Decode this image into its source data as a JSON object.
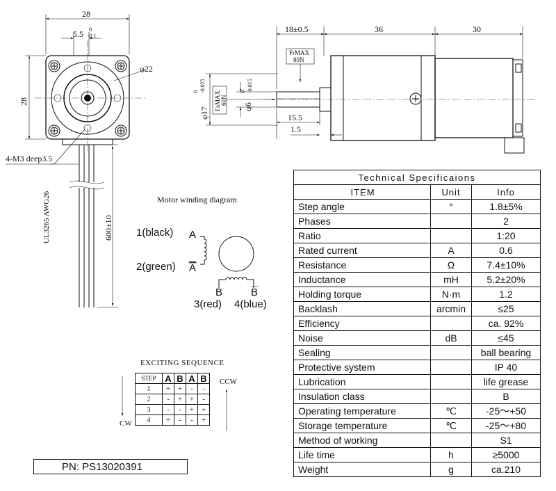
{
  "front_view": {
    "width_dim": "28",
    "flat_dim": "5.5",
    "flat_tol_top": "0",
    "flat_tol_bottom": "-0.1",
    "height_dim": "28",
    "pilot_dim": "φ22",
    "holes_label": "4-M3 deep3.5"
  },
  "lead_wires": {
    "cable_label": "UL3265  AWG26",
    "length_label": "600±10"
  },
  "side_view": {
    "dim_left": "18±0.5",
    "dim_mid": "36",
    "dim_right": "30",
    "frmax_label": "FrMAX",
    "frmax_value": "80N",
    "famax_label": "FaMAX",
    "famax_value": "60N",
    "shaft_dia": "φ17",
    "shaft_dia_tol_top": "0",
    "shaft_dia_tol_bottom": "-0.025",
    "shaft_small": "φ6",
    "shaft_small_tol_top": "0",
    "shaft_small_tol_bottom": "-0.015",
    "dim_15_5": "15.5",
    "dim_1_5": "1.5"
  },
  "winding": {
    "title": "Motor winding diagram",
    "a_wire": "1(black)",
    "a_label": "A",
    "abar_wire": "2(green)",
    "abar_label": "A",
    "b_label": "B",
    "bbar_label": "B",
    "b_wire": "3(red)",
    "bbar_wire": "4(blue)"
  },
  "sequence": {
    "title": "EXCITING SEQUENCE",
    "step_header": "STEP",
    "phases": [
      {
        "label": "A",
        "bar": false
      },
      {
        "label": "B",
        "bar": false
      },
      {
        "label": "A",
        "bar": true
      },
      {
        "label": "B",
        "bar": true
      }
    ],
    "rows": [
      {
        "step": "1",
        "cells": [
          "+",
          "+",
          "-",
          "-"
        ]
      },
      {
        "step": "2",
        "cells": [
          "-",
          "+",
          "+",
          "-"
        ]
      },
      {
        "step": "3",
        "cells": [
          "-",
          "-",
          "+",
          "+"
        ]
      },
      {
        "step": "4",
        "cells": [
          "+",
          "-",
          "-",
          "+"
        ]
      }
    ],
    "ccw_label": "CCW",
    "cw_label": "CW"
  },
  "part_number": "PN:  PS13020391",
  "spec_table": {
    "title": "Technical Specificaions",
    "headers": [
      "ITEM",
      "Unit",
      "Info"
    ],
    "rows": [
      {
        "item": "Step angle",
        "unit": "°",
        "info": "1.8±5%"
      },
      {
        "item": "Phases",
        "unit": "",
        "info": "2"
      },
      {
        "item": "Ratio",
        "unit": "",
        "info": "1:20"
      },
      {
        "item": "Rated current",
        "unit": "A",
        "info": "0.6"
      },
      {
        "item": "Resistance",
        "unit": "Ω",
        "info": "7.4±10%"
      },
      {
        "item": "Inductance",
        "unit": "mH",
        "info": "5.2±20%"
      },
      {
        "item": "Holding torque",
        "unit": "N·m",
        "info": "1.2"
      },
      {
        "item": "Backlash",
        "unit": "arcmin",
        "info": "≤25"
      },
      {
        "item": "Efficiency",
        "unit": "",
        "info": "ca. 92%"
      },
      {
        "item": "Noise",
        "unit": "dB",
        "info": "≤45"
      },
      {
        "item": "Sealing",
        "unit": "",
        "info": "ball bearing"
      },
      {
        "item": "Protective system",
        "unit": "",
        "info": "IP 40"
      },
      {
        "item": "Lubrication",
        "unit": "",
        "info": "life grease"
      },
      {
        "item": "Insulation class",
        "unit": "",
        "info": "B"
      },
      {
        "item": "Operating temperature",
        "unit": "℃",
        "info": "-25～+50"
      },
      {
        "item": "Storage temperature",
        "unit": "℃",
        "info": "-25～+80"
      },
      {
        "item": "Method of working",
        "unit": "",
        "info": "S1"
      },
      {
        "item": "Life time",
        "unit": "h",
        "info": "≥5000"
      },
      {
        "item": "Weight",
        "unit": "g",
        "info": "ca.210"
      }
    ]
  }
}
